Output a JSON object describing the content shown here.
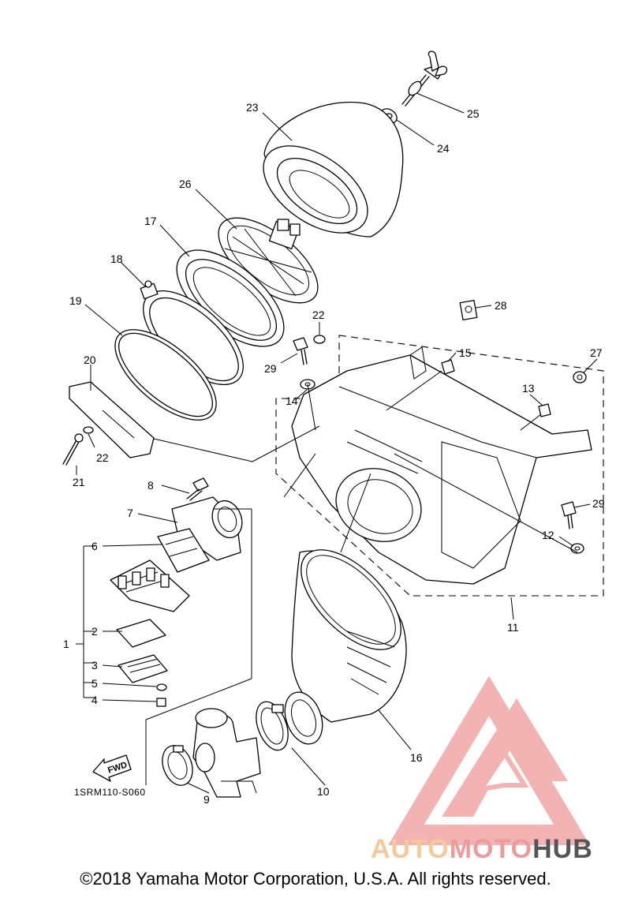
{
  "part_numbers": {
    "p1": "1",
    "p2": "2",
    "p3": "3",
    "p4": "4",
    "p5": "5",
    "p6": "6",
    "p7": "7",
    "p8": "8",
    "p9": "9",
    "p10": "10",
    "p11": "11",
    "p12": "12",
    "p13": "13",
    "p14": "14",
    "p15": "15",
    "p16": "16",
    "p17": "17",
    "p18": "18",
    "p19": "19",
    "p20": "20",
    "p21": "21",
    "p22a": "22",
    "p22b": "22",
    "p23": "23",
    "p24": "24",
    "p25": "25",
    "p26": "26",
    "p27": "27",
    "p28": "28",
    "p29a": "29",
    "p29b": "29"
  },
  "diagram_code": "1SRM110-S060",
  "fwd_label": "FWD",
  "watermark": {
    "part1": "AUTO",
    "part2": "MOTO",
    "part3": "HUB",
    "color_light": "#f5c99a",
    "color_main": "#ef9a9a",
    "color_dark": "#555555"
  },
  "copyright": "©2018 Yamaha Motor Corporation, U.S.A. All rights reserved."
}
